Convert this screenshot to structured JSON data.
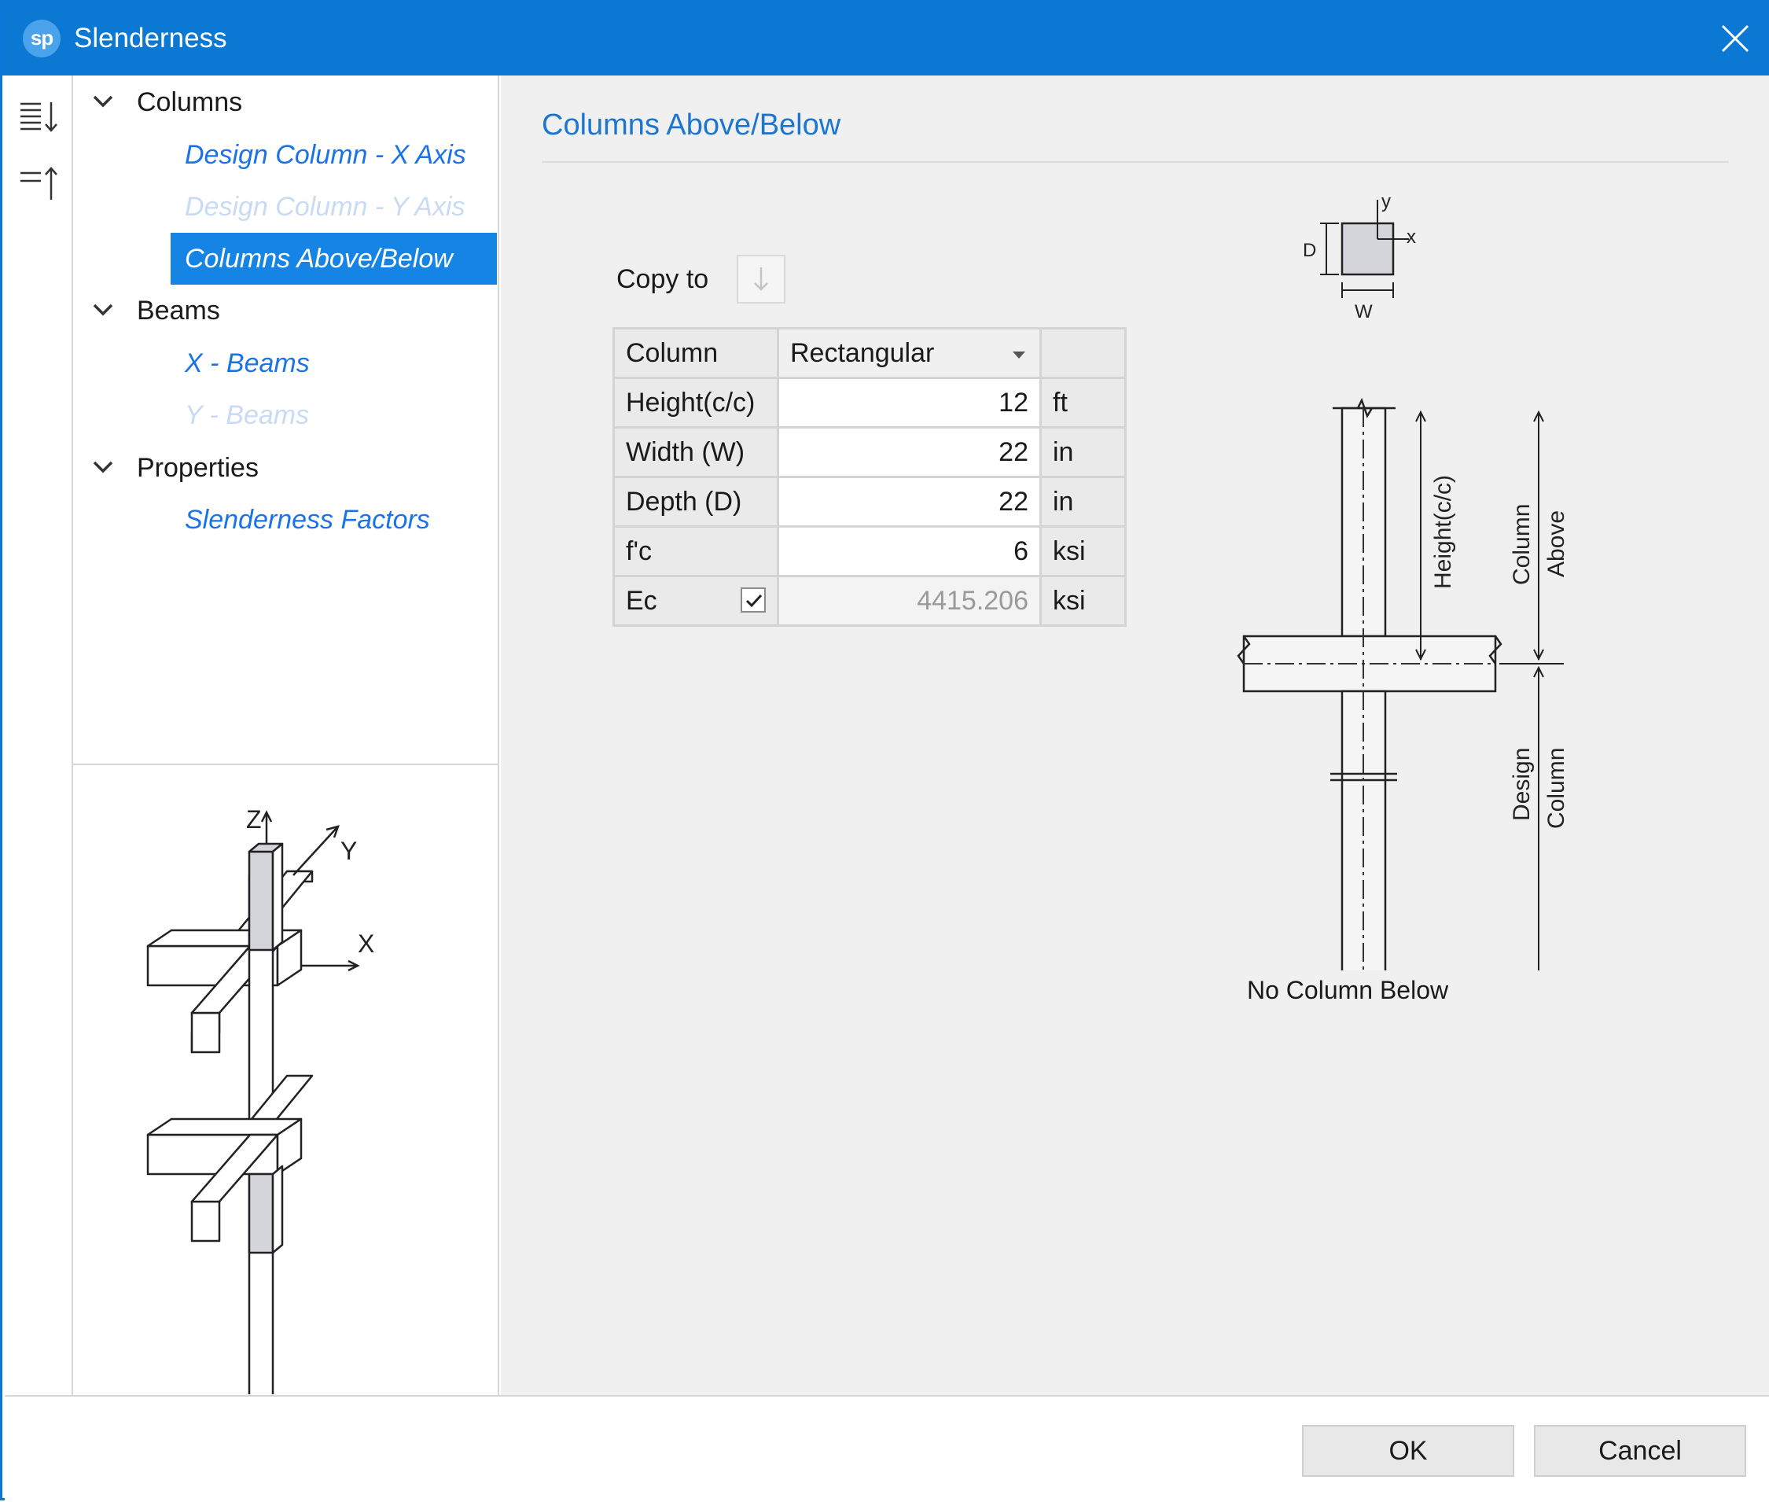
{
  "window": {
    "title": "Slenderness",
    "logo_text": "sp"
  },
  "tree": {
    "groups": [
      {
        "label": "Columns",
        "items": [
          {
            "label": "Design Column - X Axis"
          },
          {
            "label": "Design Column - Y Axis"
          },
          {
            "label": "Columns Above/Below"
          }
        ]
      },
      {
        "label": "Beams",
        "items": [
          {
            "label": "X - Beams"
          },
          {
            "label": "Y - Beams"
          }
        ]
      },
      {
        "label": "Properties",
        "items": [
          {
            "label": "Slenderness Factors"
          }
        ]
      }
    ]
  },
  "preview": {
    "axis_z": "Z",
    "axis_y": "Y",
    "axis_x": "X"
  },
  "main": {
    "section_title": "Columns Above/Below",
    "copy_to_label": "Copy to",
    "grid": {
      "column_label": "Column",
      "column_type": "Rectangular",
      "rows": [
        {
          "label": "Height(c/c)",
          "value": "12",
          "unit": "ft"
        },
        {
          "label": "Width (W)",
          "value": "22",
          "unit": "in"
        },
        {
          "label": "Depth (D)",
          "value": "22",
          "unit": "in"
        },
        {
          "label": "f'c",
          "value": "6",
          "unit": "ksi"
        },
        {
          "label": "Ec",
          "value": "4415.206",
          "unit": "ksi",
          "checked": true
        }
      ]
    },
    "diagram": {
      "section_y": "y",
      "section_x": "x",
      "section_d": "D",
      "section_w": "W",
      "height_label": "Height(c/c)",
      "column_above_1": "Column",
      "column_above_2": "Above",
      "design_column_1": "Design",
      "design_column_2": "Column",
      "no_column_below": "No Column Below"
    }
  },
  "footer": {
    "ok_label": "OK",
    "cancel_label": "Cancel"
  }
}
